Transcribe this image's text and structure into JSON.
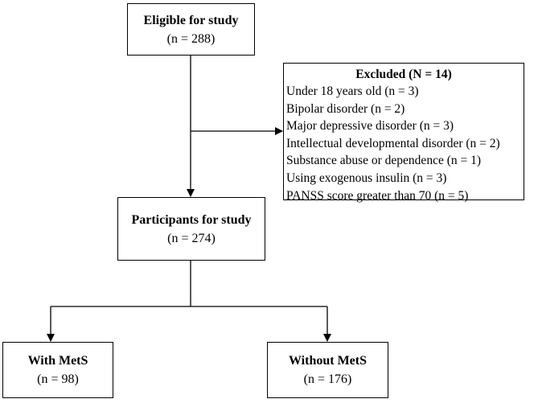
{
  "eligible": {
    "title": "Eligible for study",
    "count": "(n = 288)"
  },
  "excluded": {
    "title": "Excluded (N = 14)",
    "items": [
      "Under 18 years old (n = 3)",
      "Bipolar disorder (n = 2)",
      "Major depressive disorder (n = 3)",
      "Intellectual developmental disorder (n = 2)",
      "Substance abuse or dependence (n = 1)",
      "Using exogenous insulin (n = 3)",
      "PANSS score greater than 70 (n = 5)"
    ]
  },
  "participants": {
    "title": "Participants for study",
    "count": "(n = 274)"
  },
  "with_mets": {
    "title": "With MetS",
    "count": "(n = 98)"
  },
  "without_mets": {
    "title": "Without MetS",
    "count": "(n = 176)"
  },
  "colors": {
    "line": "#000000",
    "box_border": "#000000",
    "background": "#ffffff"
  }
}
